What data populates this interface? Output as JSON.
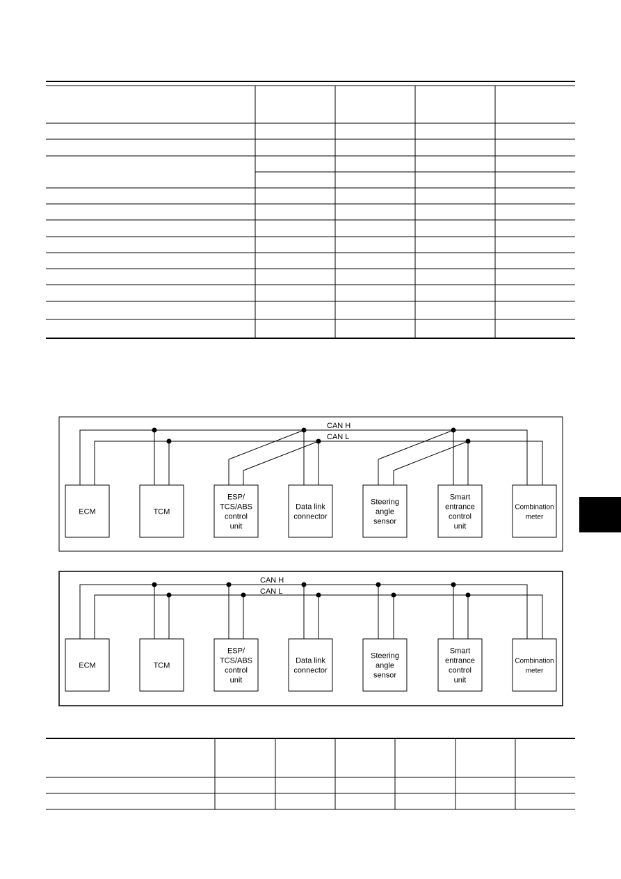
{
  "table1": {
    "row_count": 13,
    "col_count": 5
  },
  "diagram1": {
    "bus_labels": {
      "high": "CAN H",
      "low": "CAN L"
    },
    "units": [
      {
        "name": "ECM",
        "lines": [
          "ECM"
        ]
      },
      {
        "name": "TCM",
        "lines": [
          "TCM"
        ]
      },
      {
        "name": "ESP/TCS/ABS control unit",
        "lines": [
          "ESP/",
          "TCS/ABS",
          "control",
          "unit"
        ]
      },
      {
        "name": "Data link connector",
        "lines": [
          "Data link",
          "connector"
        ]
      },
      {
        "name": "Steering angle sensor",
        "lines": [
          "Steering",
          "angle",
          "sensor"
        ]
      },
      {
        "name": "Smart entrance control unit",
        "lines": [
          "Smart",
          "entrance",
          "control",
          "unit"
        ]
      },
      {
        "name": "Combination meter",
        "lines": [
          "Combination",
          "meter"
        ]
      }
    ]
  },
  "diagram2": {
    "bus_labels": {
      "high": "CAN H",
      "low": "CAN L"
    },
    "units": [
      {
        "name": "ECM",
        "lines": [
          "ECM"
        ]
      },
      {
        "name": "TCM",
        "lines": [
          "TCM"
        ]
      },
      {
        "name": "ESP/TCS/ABS control unit",
        "lines": [
          "ESP/",
          "TCS/ABS",
          "control",
          "unit"
        ]
      },
      {
        "name": "Data link connector",
        "lines": [
          "Data link",
          "connector"
        ]
      },
      {
        "name": "Steering angle sensor",
        "lines": [
          "Steering",
          "angle",
          "sensor"
        ]
      },
      {
        "name": "Smart entrance control unit",
        "lines": [
          "Smart",
          "entrance",
          "control",
          "unit"
        ]
      },
      {
        "name": "Combination meter",
        "lines": [
          "Combination",
          "meter"
        ]
      }
    ]
  },
  "table2": {
    "row_count": 3,
    "col_count": 7
  },
  "side_tab_color": "#000000"
}
